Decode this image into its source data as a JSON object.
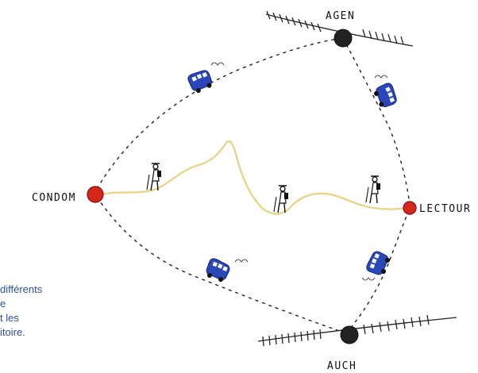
{
  "cities": {
    "agen": "AGEN",
    "condom": "CONDOM",
    "lectour": "LECTOUR",
    "auch": "AUCH"
  },
  "caption": {
    "lines": [
      "différents",
      "e",
      "t les",
      "itoire."
    ]
  },
  "colors": {
    "bus": "#2a46b8",
    "trail": "#e8d58a",
    "city_endpoint": "#d6261c",
    "city_hub": "#222222",
    "caption_text": "#2e4fa0",
    "route_line": "#222222"
  },
  "icons": [
    "bus-icon",
    "hiker-icon",
    "railway-track-icon"
  ]
}
